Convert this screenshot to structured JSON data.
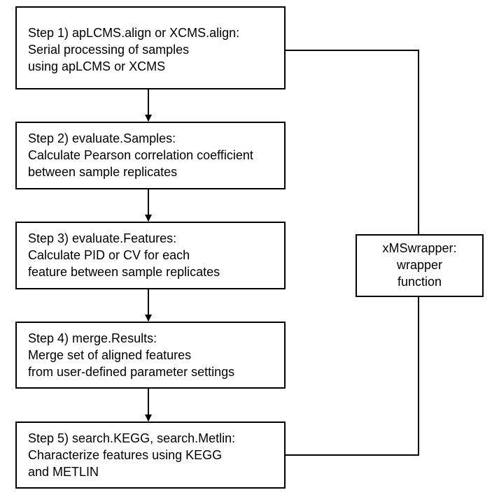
{
  "steps": [
    {
      "lines": [
        "Step 1) apLCMS.align or XCMS.align:",
        "Serial processing of samples",
        "using apLCMS or XCMS"
      ]
    },
    {
      "lines": [
        "Step 2) evaluate.Samples:",
        "Calculate Pearson correlation coefficient",
        "between sample replicates"
      ]
    },
    {
      "lines": [
        "Step 3) evaluate.Features:",
        "Calculate PID or CV for each",
        "feature between sample replicates"
      ]
    },
    {
      "lines": [
        "Step 4) merge.Results:",
        "Merge set of aligned features",
        "from user-defined parameter settings"
      ]
    },
    {
      "lines": [
        "Step 5) search.KEGG, search.Metlin:",
        "Characterize features using KEGG",
        "and METLIN"
      ]
    }
  ],
  "wrapper": {
    "lines": [
      "xMSwrapper:",
      "wrapper",
      "function"
    ]
  },
  "colors": {
    "line": "#000000",
    "box_border": "#000000",
    "background": "#ffffff"
  }
}
